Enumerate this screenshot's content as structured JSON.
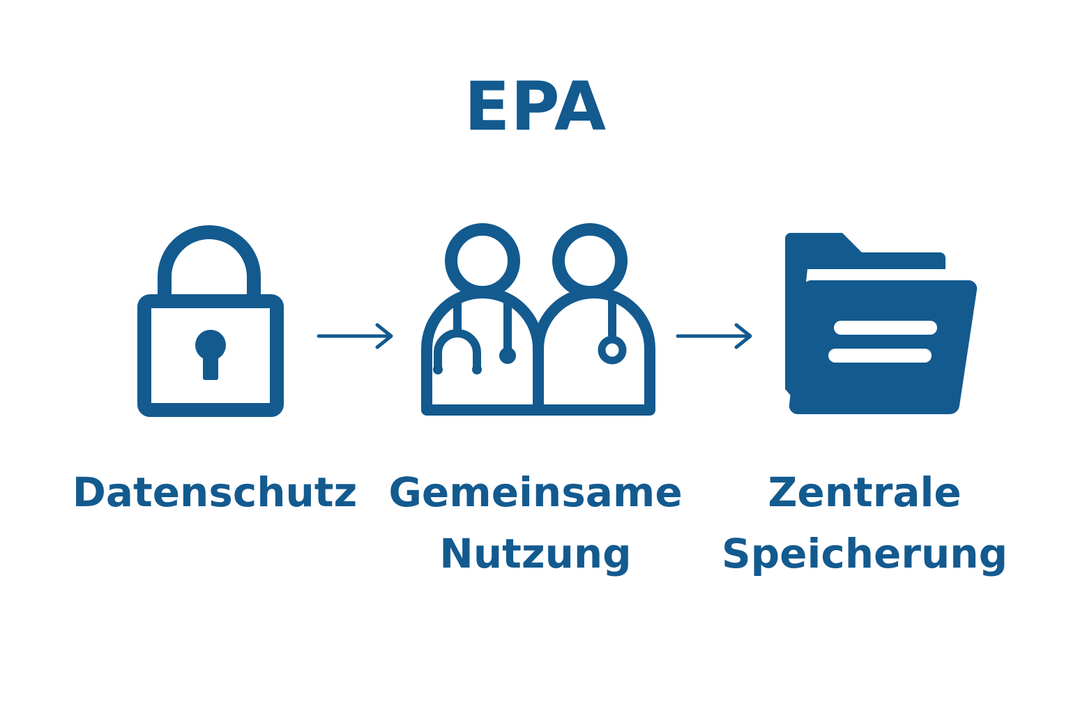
{
  "title": "EPA",
  "steps": [
    {
      "icon": "padlock-icon",
      "lines": [
        "Datenschutz"
      ]
    },
    {
      "icon": "two-doctors-icon",
      "lines": [
        "Gemeinsame",
        "Nutzung"
      ]
    },
    {
      "icon": "folder-icon",
      "lines": [
        "Zentrale",
        "Speicherung"
      ]
    }
  ],
  "colors": {
    "primary": "#135a8f",
    "background": "#ffffff"
  }
}
